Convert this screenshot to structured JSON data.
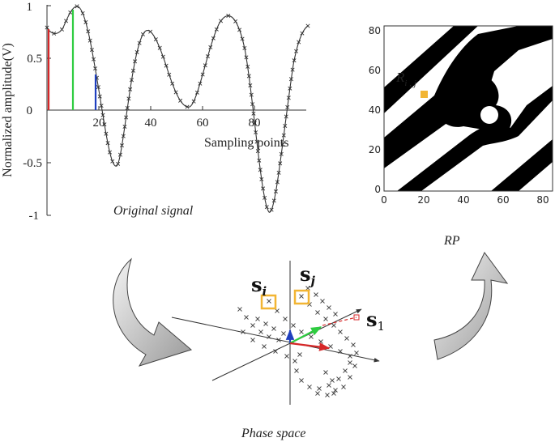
{
  "signal_panel": {
    "ylabel": "Normalized amplitude(V)",
    "xlabel": "Sampling points",
    "yticks": [
      "1",
      "0.5",
      "0",
      "-0.5",
      "-1"
    ],
    "xticks": [
      "20",
      "40",
      "60",
      "80"
    ],
    "caption": "Original signal",
    "marker_colors": [
      "#d62728",
      "#2ecc40",
      "#1f3fbf"
    ]
  },
  "rp_panel": {
    "caption": "RP",
    "cell_label": "R",
    "cell_subscript": "i , j",
    "xticks": [
      "0",
      "20",
      "40",
      "60",
      "80"
    ],
    "yticks": [
      "80",
      "60",
      "40",
      "20",
      "0"
    ],
    "highlight_color": "#f2b533"
  },
  "phase_panel": {
    "caption": "Phase space",
    "label_si": "s",
    "label_si_sub": "i",
    "label_sj": "s",
    "label_sj_sub": "j",
    "label_s1": "s",
    "label_s1_sub": "1",
    "vector_colors": [
      "#1f3fbf",
      "#2ecc40",
      "#d62728"
    ]
  }
}
